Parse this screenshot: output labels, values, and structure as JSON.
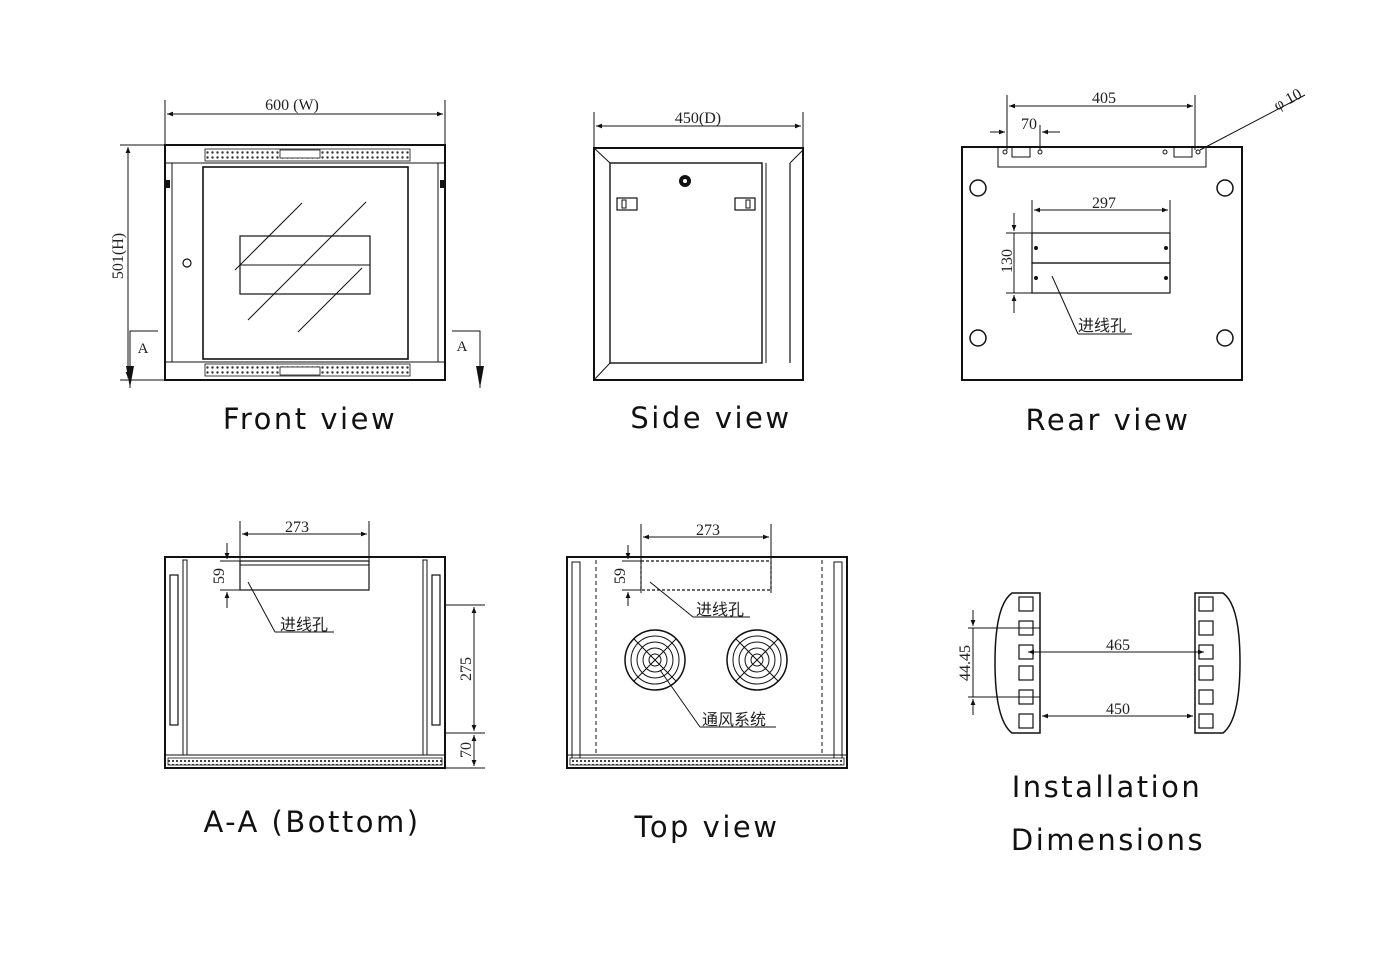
{
  "views": {
    "front": {
      "caption": "Front view",
      "width_label": "600 (W)",
      "height_label": "501(H)",
      "section_marker_left": "A",
      "section_marker_right": "A"
    },
    "side": {
      "caption": "Side view",
      "depth_label": "450(D)"
    },
    "rear": {
      "caption": "Rear view",
      "dim_405": "405",
      "dim_70": "70",
      "hole_diameter": "φ 10",
      "dim_297": "297",
      "dim_130": "130",
      "cable_entry": "进线孔"
    },
    "bottom": {
      "caption": "A-A (Bottom)",
      "dim_273": "273",
      "dim_59": "59",
      "dim_275": "275",
      "dim_70": "70",
      "cable_entry": "进线孔"
    },
    "top": {
      "caption": "Top view",
      "dim_273": "273",
      "dim_59": "59",
      "cable_entry": "进线孔",
      "ventilation": "通风系统"
    },
    "installation": {
      "caption_line1": "Installation",
      "caption_line2": "Dimensions",
      "dim_465": "465",
      "dim_450": "450",
      "dim_4445": "44.45"
    }
  }
}
